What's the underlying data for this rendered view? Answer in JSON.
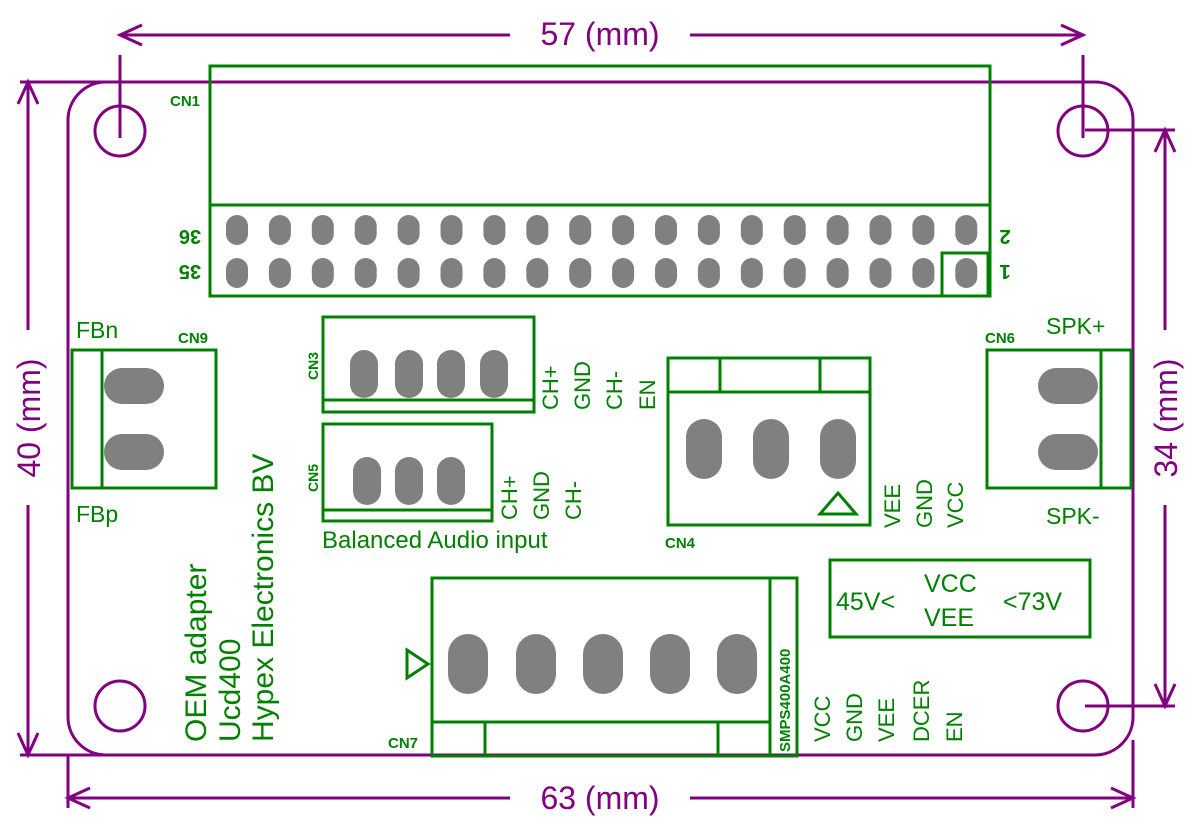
{
  "colors": {
    "silkscreen": "#008000",
    "dimension": "#800080",
    "pad": "#808080",
    "background": "#ffffff"
  },
  "dimensions": {
    "top": "57 (mm)",
    "bottom": "63 (mm)",
    "left": "40 (mm)",
    "right": "34 (mm)"
  },
  "connectors": {
    "cn1": {
      "label": "CN1",
      "pin_36": "36",
      "pin_35": "35",
      "pin_2": "2",
      "pin_1": "1"
    },
    "cn9": {
      "label": "CN9",
      "top": "FBn",
      "bottom": "FBp"
    },
    "cn3": {
      "label": "CN3",
      "pins": [
        "CH+",
        "GND",
        "CH-",
        "EN"
      ]
    },
    "cn5": {
      "label": "CN5",
      "pins": [
        "CH+",
        "GND",
        "CH-"
      ]
    },
    "cn4": {
      "label": "CN4",
      "pins": [
        "VEE",
        "GND",
        "VCC"
      ]
    },
    "cn6": {
      "label": "CN6",
      "top": "SPK+",
      "bottom": "SPK-"
    },
    "cn7": {
      "label": "CN7",
      "side": "SMPS400A400",
      "pins": [
        "VCC",
        "GND",
        "VEE",
        "DCER",
        "EN"
      ]
    }
  },
  "labels": {
    "balanced": "Balanced Audio input",
    "vertical_lines": [
      "OEM adapter",
      "Ucd400",
      "Hypex Electronics BV"
    ]
  },
  "voltage_box": {
    "left": "45V<",
    "top": "VCC",
    "bottom": "VEE",
    "right": "<73V"
  }
}
